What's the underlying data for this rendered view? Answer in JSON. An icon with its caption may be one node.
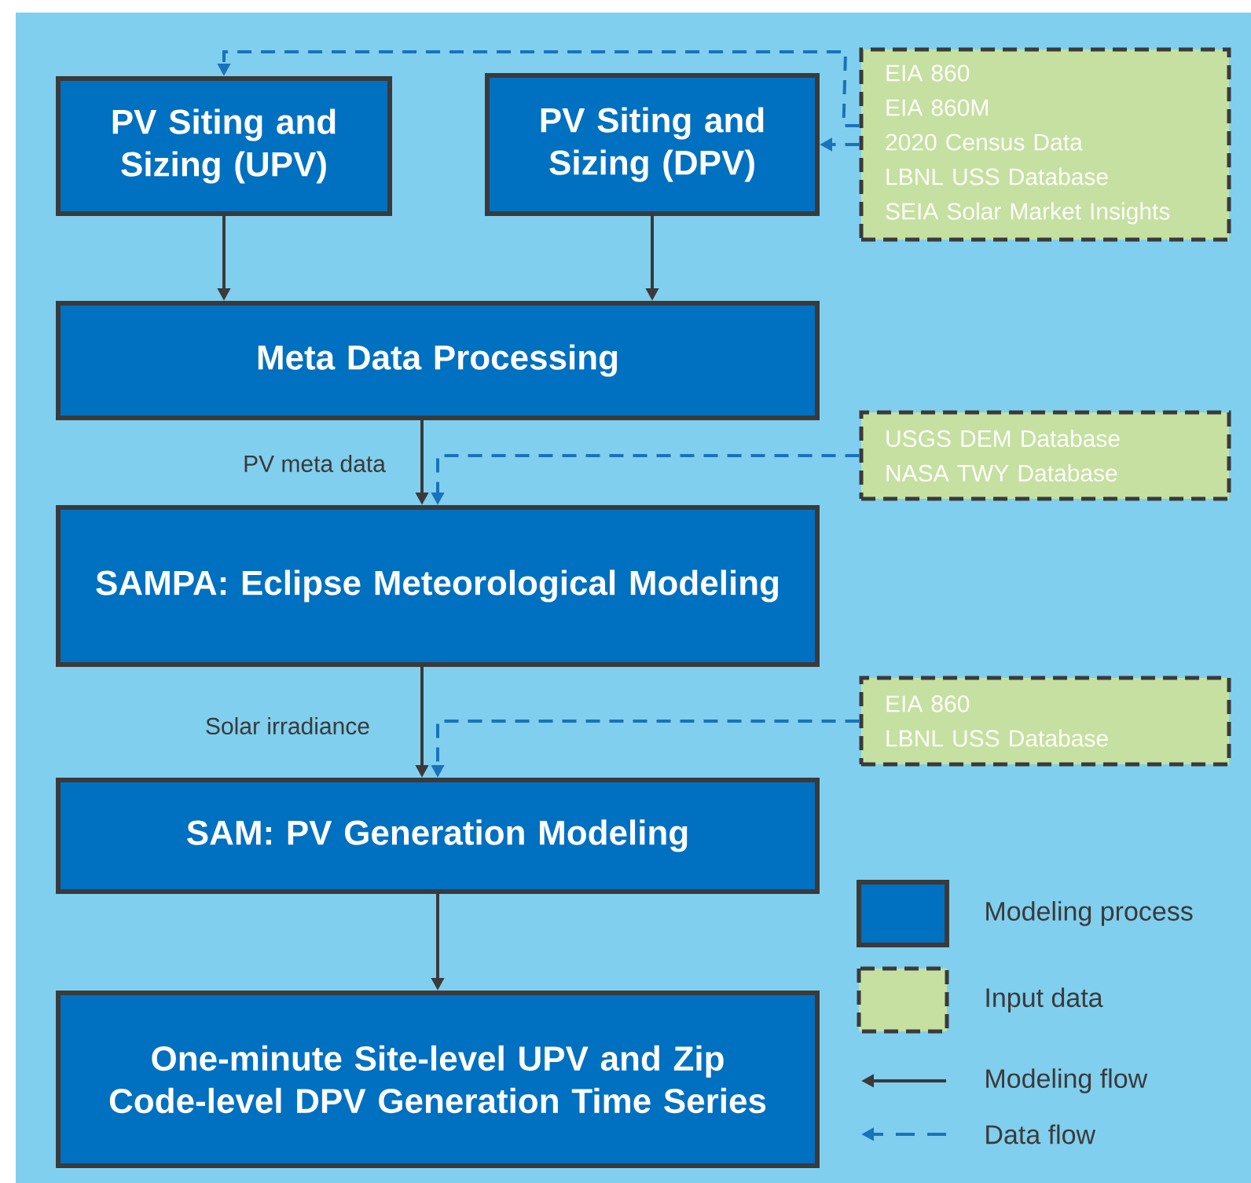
{
  "diagram": {
    "nodes": [
      {
        "text": [
          "PV Siting and Sizing (UPV)"
        ]
      },
      {
        "text": [
          "PV Siting and Sizing (DPV)"
        ]
      },
      {
        "text": [
          "EIA 860",
          "EIA 860M",
          "2020 Census Data",
          "LBNL USS Database",
          "SEIA Solar Market Insights"
        ]
      },
      {
        "text": [
          "Meta Data Processing"
        ]
      },
      {
        "text": [
          "USGS DEM Database",
          "NASA TWY Database"
        ]
      },
      {
        "text": [
          "SAMPA: Eclipse Meteorological Modeling"
        ]
      },
      {
        "text": [
          "EIA 860",
          "LBNL USS Database"
        ]
      },
      {
        "text": [
          "SAM: PV Generation Modeling"
        ]
      },
      {
        "text": [
          "One-minute Site-level UPV and Zip Code-level DPV Generation Time Series"
        ]
      }
    ],
    "edges": [
      {
        "from": 0,
        "to": 3,
        "arrow": "to"
      },
      {
        "from": 1,
        "to": 3,
        "arrow": "to"
      },
      {
        "from": 3,
        "to": 5,
        "arrow": "to",
        "label": "PV meta data"
      },
      {
        "from": 5,
        "to": 7,
        "arrow": "to",
        "label": "Solar irradiance"
      },
      {
        "from": 7,
        "to": 8,
        "arrow": "to"
      },
      {
        "from": 2,
        "to": 0,
        "arrow": "to",
        "style": "dashed",
        "color": "#1a72bb"
      },
      {
        "from": 2,
        "to": 1,
        "arrow": "to",
        "style": "dashed",
        "color": "#1a72bb"
      },
      {
        "from": 4,
        "to": 5,
        "arrow": "to",
        "style": "dashed",
        "color": "#1a72bb"
      },
      {
        "from": 6,
        "to": 7,
        "arrow": "to",
        "style": "dashed",
        "color": "#1a72bb"
      }
    ],
    "legend": [
      {
        "text": "Modeling process",
        "color": "#0070c0"
      },
      {
        "text": "Input data",
        "color": "#c5e0a0"
      },
      {
        "text": "Modeling flow"
      },
      {
        "text": "Data flow"
      }
    ]
  }
}
